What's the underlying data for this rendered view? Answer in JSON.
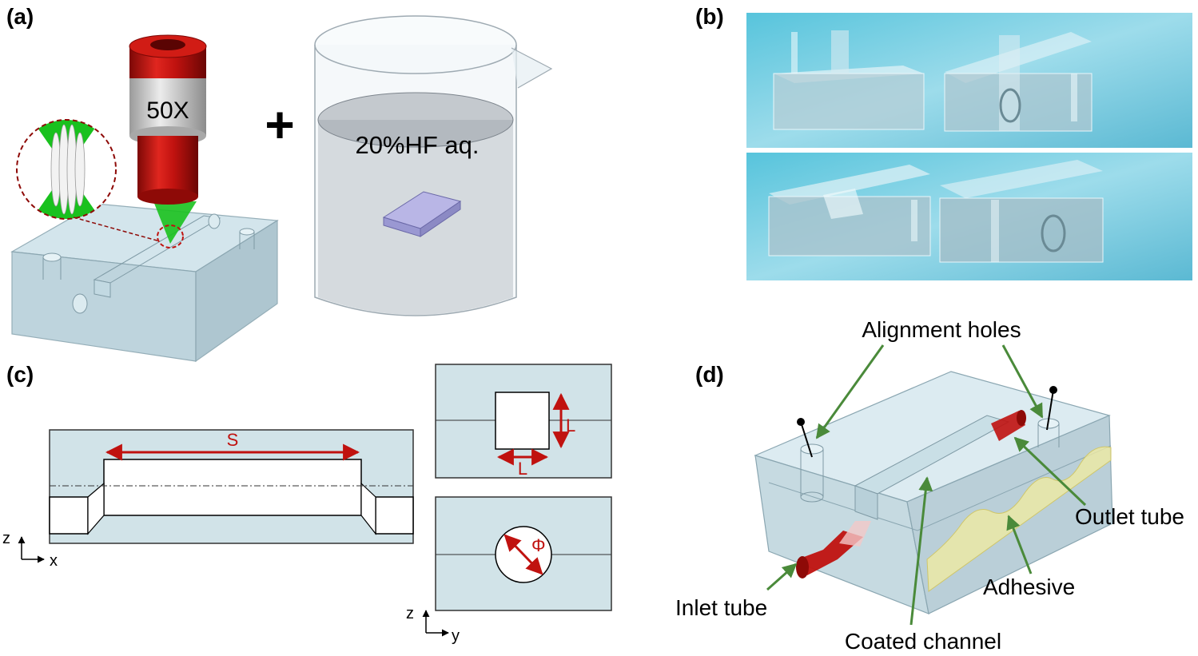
{
  "panels": {
    "a": {
      "label": "(a)",
      "objective_label": "50X",
      "plus_sign": "+",
      "beaker_label": "20%HF aq."
    },
    "b": {
      "label": "(b)"
    },
    "c": {
      "label": "(c)",
      "length_label": "S",
      "square_side_label_vertical": "L",
      "square_side_label_horizontal": "L",
      "diameter_label": "Φ",
      "axes_xz": {
        "vertical": "z",
        "horizontal": "x"
      },
      "axes_yz": {
        "vertical": "z",
        "horizontal": "y"
      }
    },
    "d": {
      "label": "(d)",
      "callouts": {
        "alignment_holes": "Alignment holes",
        "outlet_tube": "Outlet tube",
        "adhesive": "Adhesive",
        "inlet_tube": "Inlet tube",
        "coated_channel": "Coated channel"
      }
    }
  },
  "colors": {
    "glass": "#cfe3ea",
    "glass_edge": "#8aa6b1",
    "objective_red": "#c0120f",
    "objective_band": "#d7d7d7",
    "laser_green": "#19c11e",
    "dimension_red": "#c0120f",
    "arrow_green": "#4a8a3a",
    "adhesive_yellow": "#efeaa2",
    "photo_bg": "#7fd3e6"
  }
}
